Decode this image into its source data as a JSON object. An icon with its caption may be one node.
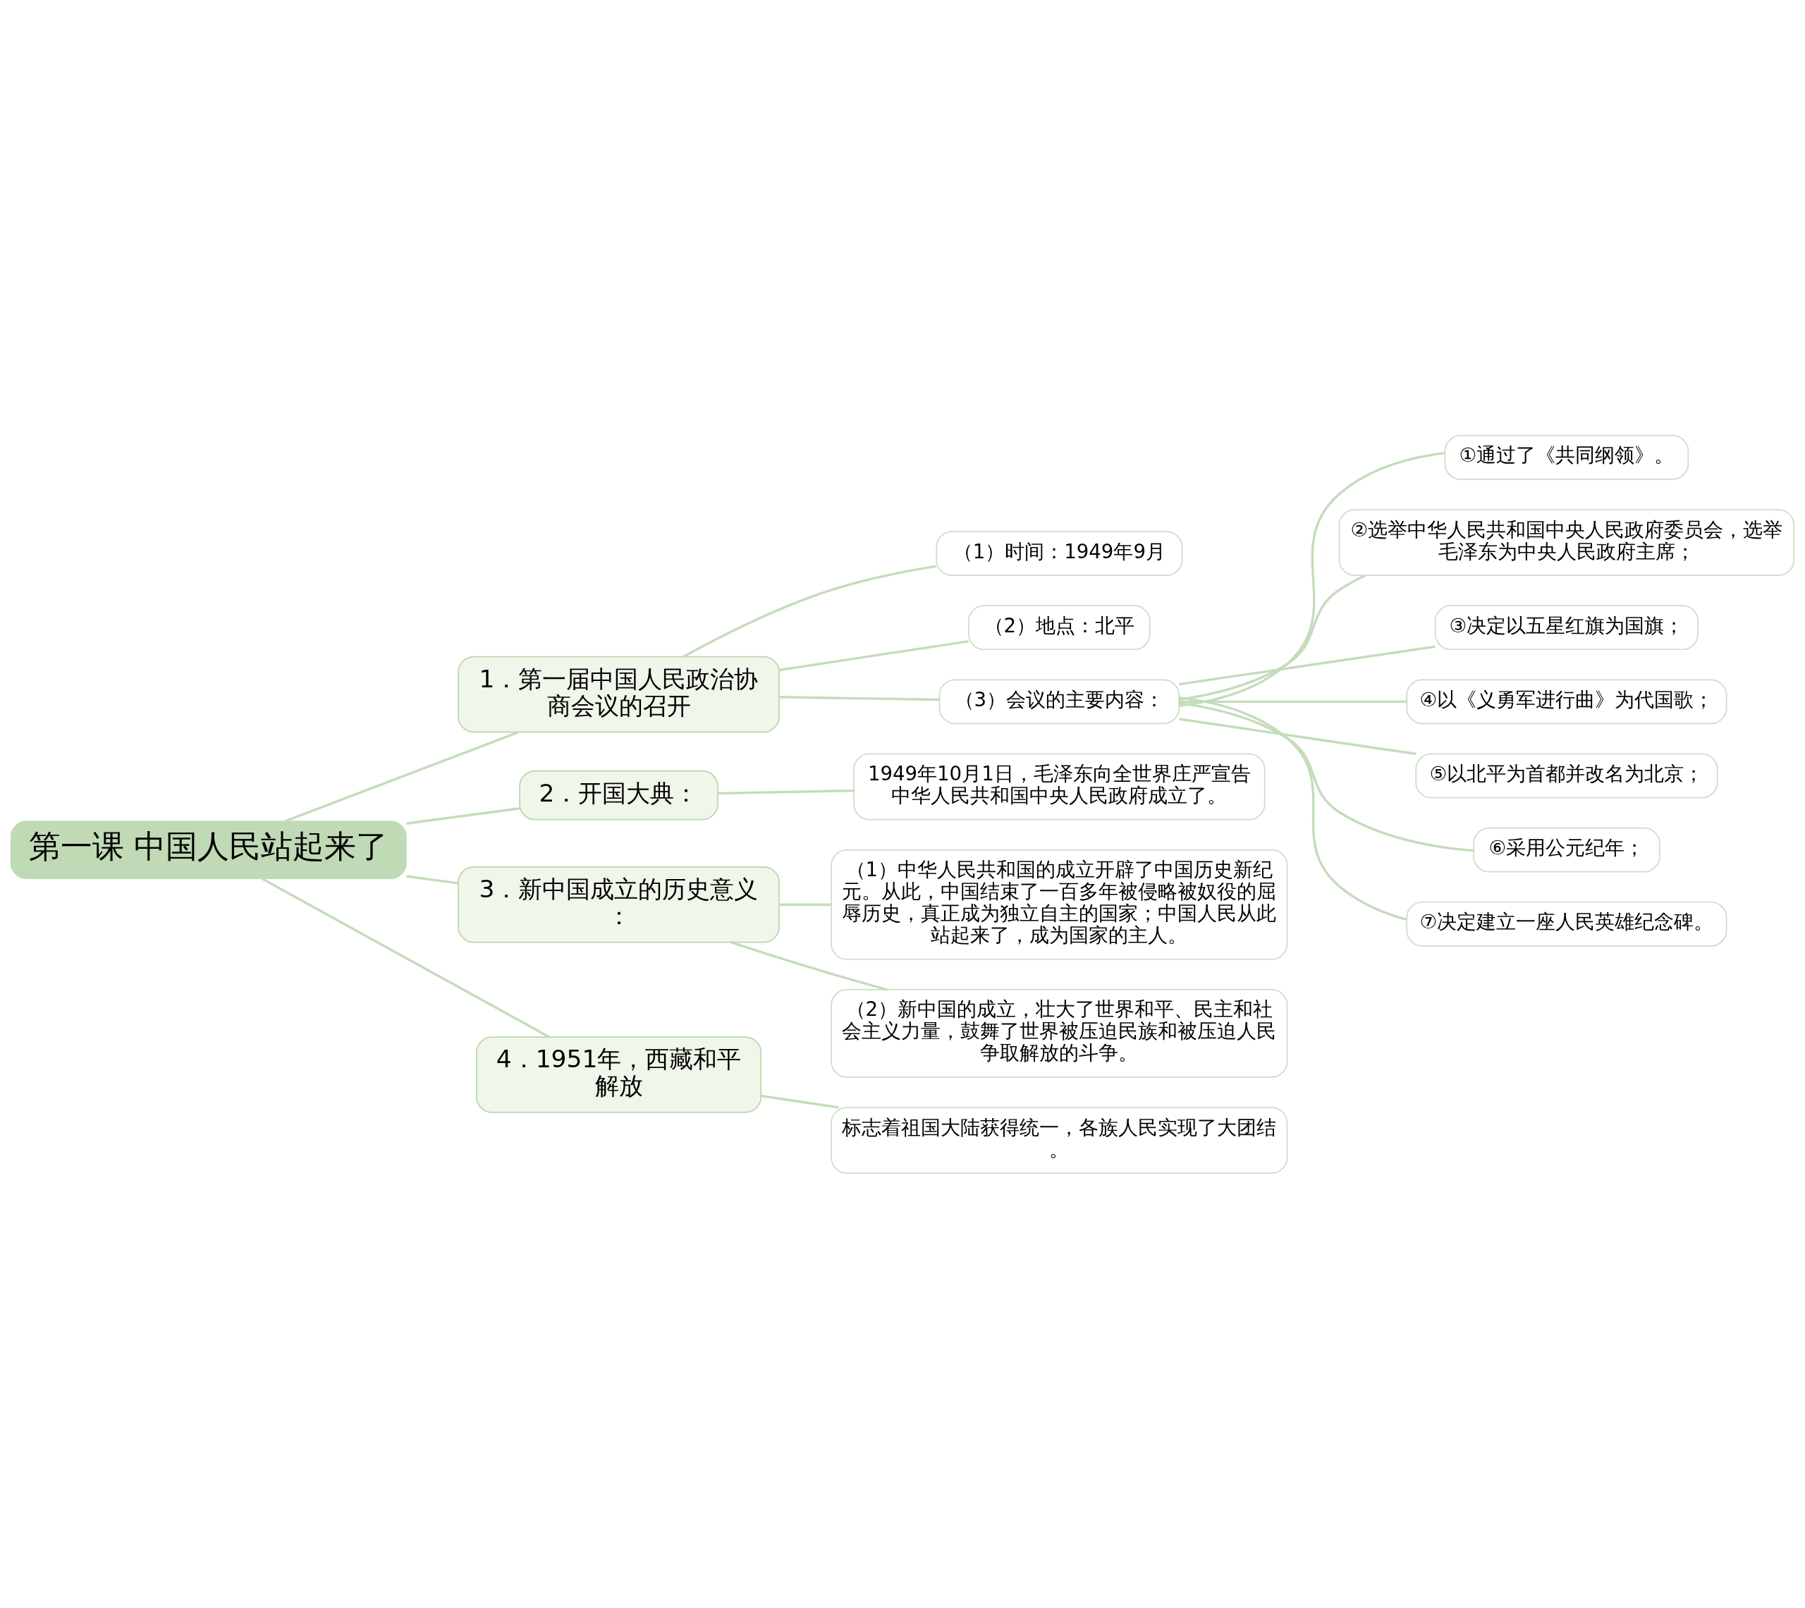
{
  "diagram": {
    "nodes": [
      {
        "text": [
          "第一课 中国人民站起来了"
        ]
      },
      {
        "text": [
          "1．第一届中国人民政治协商会议的召开"
        ]
      },
      {
        "text": [
          "（1）时间：1949年9月"
        ]
      },
      {
        "text": [
          "（2）地点：北平"
        ]
      },
      {
        "text": [
          "（3）会议的主要内容："
        ]
      },
      {
        "text": [
          "①通过了《共同纲领》。"
        ]
      },
      {
        "text": [
          "②选举中华人民共和国中央人民政府委员会，选举毛泽东为中央人民政府主席；"
        ]
      },
      {
        "text": [
          "③决定以五星红旗为国旗；"
        ]
      },
      {
        "text": [
          "④以《义勇军进行曲》为代国歌；"
        ]
      },
      {
        "text": [
          "⑤以北平为首都并改名为北京；"
        ]
      },
      {
        "text": [
          "⑥采用公元纪年；"
        ]
      },
      {
        "text": [
          "⑦决定建立一座人民英雄纪念碑。"
        ]
      },
      {
        "text": [
          "2．开国大典："
        ]
      },
      {
        "text": [
          "1949年10月1日，毛泽东向全世界庄严宣告中华人民共和国中央人民政府成立了。"
        ]
      },
      {
        "text": [
          "3．新中国成立的历史意义："
        ]
      },
      {
        "text": [
          "（1）中华人民共和国的成立开辟了中国历史新纪元。从此，中国结束了一百多年被侵略被奴役的屈辱历史，真正成为独立自主的国家；中国人民从此站起来了，成为国家的主人。"
        ]
      },
      {
        "text": [
          "（2）新中国的成立，壮大了世界和平、民主和社会主义力量，鼓舞了世界被压迫民族和被压迫人民争取解放的斗争。"
        ]
      },
      {
        "text": [
          "4．1951年，西藏和平解放"
        ]
      },
      {
        "text": [
          "标志着祖国大陆获得统一，各族人民实现了大团结。"
        ]
      }
    ],
    "edges": [
      {
        "from": 0,
        "to": 1,
        "arrow": "none"
      },
      {
        "from": 1,
        "to": 2,
        "arrow": "none"
      },
      {
        "from": 1,
        "to": 3,
        "arrow": "none"
      },
      {
        "from": 1,
        "to": 4,
        "arrow": "none"
      },
      {
        "from": 4,
        "to": 5,
        "arrow": "none"
      },
      {
        "from": 4,
        "to": 6,
        "arrow": "none"
      },
      {
        "from": 4,
        "to": 7,
        "arrow": "none"
      },
      {
        "from": 4,
        "to": 8,
        "arrow": "none"
      },
      {
        "from": 4,
        "to": 9,
        "arrow": "none"
      },
      {
        "from": 4,
        "to": 10,
        "arrow": "none"
      },
      {
        "from": 4,
        "to": 11,
        "arrow": "none"
      },
      {
        "from": 0,
        "to": 12,
        "arrow": "none"
      },
      {
        "from": 12,
        "to": 13,
        "arrow": "none"
      },
      {
        "from": 0,
        "to": 14,
        "arrow": "none"
      },
      {
        "from": 14,
        "to": 15,
        "arrow": "none"
      },
      {
        "from": 14,
        "to": 16,
        "arrow": "none"
      },
      {
        "from": 0,
        "to": 17,
        "arrow": "none"
      },
      {
        "from": 17,
        "to": 18,
        "arrow": "none"
      }
    ]
  }
}
